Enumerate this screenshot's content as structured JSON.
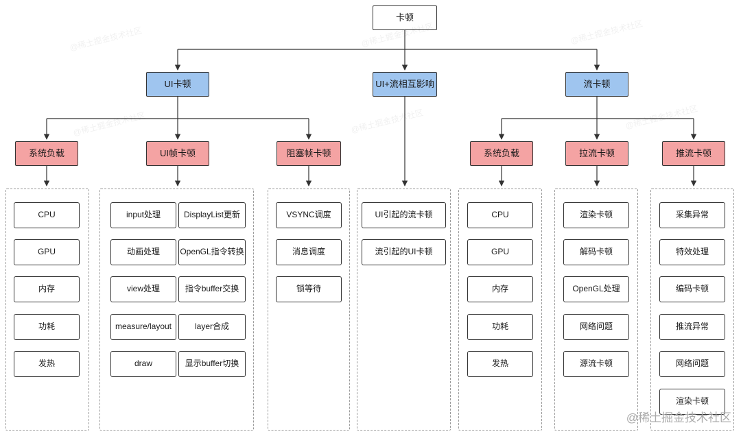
{
  "watermark": "@稀土掘金技术社区",
  "nodes": {
    "root": "卡顿",
    "level2": [
      "UI卡顿",
      "UI+流相互影响",
      "流卡顿"
    ],
    "level3": [
      "系统负载",
      "UI帧卡顿",
      "阻塞帧卡顿",
      "系统负载",
      "拉流卡顿",
      "推流卡顿"
    ]
  },
  "columns": [
    {
      "items": [
        "CPU",
        "GPU",
        "内存",
        "功耗",
        "发热"
      ]
    },
    {
      "left": [
        "input处理",
        "动画处理",
        "view处理",
        "measure/layout",
        "draw"
      ],
      "right": [
        "DisplayList更新",
        "OpenGL指令转换",
        "指令buffer交换",
        "layer合成",
        "显示buffer切换"
      ]
    },
    {
      "items": [
        "VSYNC调度",
        "消息调度",
        "锁等待"
      ]
    },
    {
      "items": [
        "UI引起的流卡顿",
        "流引起的UI卡顿"
      ]
    },
    {
      "items": [
        "CPU",
        "GPU",
        "内存",
        "功耗",
        "发热"
      ]
    },
    {
      "items": [
        "渲染卡顿",
        "解码卡顿",
        "OpenGL处理",
        "网络问题",
        "源流卡顿"
      ]
    },
    {
      "items": [
        "采集异常",
        "特效处理",
        "编码卡顿",
        "推流异常",
        "网络问题",
        "渲染卡顿"
      ]
    }
  ],
  "colors": {
    "level2-bg": "#9FC5EF",
    "level3-bg": "#F4A3A3",
    "line": "#333333",
    "dashed-border": "#999999"
  }
}
